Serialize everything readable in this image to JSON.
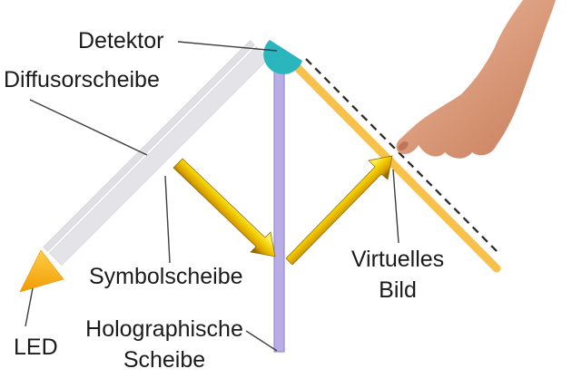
{
  "labels": {
    "detektor": "Detektor",
    "diffusorscheibe": "Diffusorscheibe",
    "symbolscheibe": "Symbolscheibe",
    "holographische_scheibe": "Holographische\nScheibe",
    "virtuelles_bild": "Virtuelles\nBild",
    "led": "LED"
  },
  "colors": {
    "background": "#ffffff",
    "text": "#1b1b1b",
    "leader_line": "#3f3f3f",
    "detector_teal": "#2bb5bc",
    "holographic_plate": "#b8aee5",
    "holographic_plate_edge": "#988dd2",
    "diffuser_gray": "#e4e4e8",
    "symbol_plate_gray": "#e0e0e4",
    "virtual_image_orange": "#f8c14c",
    "dashed_line": "#2b2b2b",
    "arrow_gold_light": "#fbee55",
    "arrow_gold_dark": "#8f6800",
    "led_orange_light": "#ffd04a",
    "led_orange_dark": "#f09a00",
    "skin_tone": "#d49579"
  }
}
